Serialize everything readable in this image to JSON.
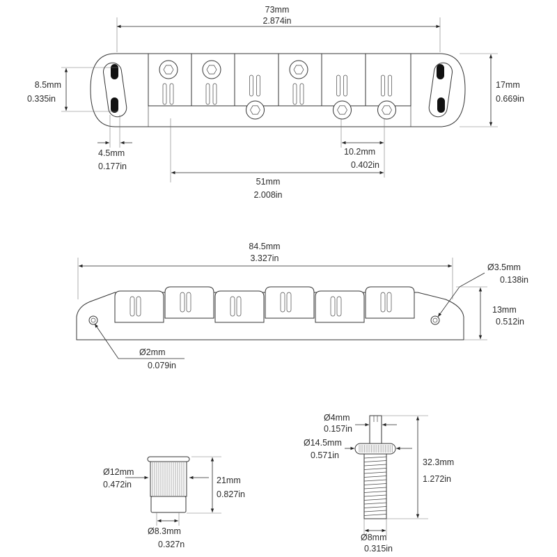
{
  "top_view": {
    "overall_length": {
      "mm": "73mm",
      "in": "2.874in"
    },
    "slot_spacing": {
      "mm": "8.5mm",
      "in": "0.335in"
    },
    "width": {
      "mm": "17mm",
      "in": "0.669in"
    },
    "slot_width": {
      "mm": "4.5mm",
      "in": "0.177in"
    },
    "saddle_spacing": {
      "mm": "10.2mm",
      "in": "0.402in"
    },
    "string_spread": {
      "mm": "51mm",
      "in": "2.008in"
    }
  },
  "side_view": {
    "overall_length": {
      "mm": "84.5mm",
      "in": "3.327in"
    },
    "screw_hole": {
      "mm": "Ø3.5mm",
      "in": "0.138in"
    },
    "height": {
      "mm": "13mm",
      "in": "0.512in"
    },
    "small_hole": {
      "mm": "Ø2mm",
      "in": "0.079in"
    }
  },
  "anchor": {
    "outer_diameter": {
      "mm": "Ø12mm",
      "in": "0.472in"
    },
    "height": {
      "mm": "21mm",
      "in": "0.827in"
    },
    "inner_diameter": {
      "mm": "Ø8.3mm",
      "in": "0.327n"
    }
  },
  "stud": {
    "tip_diameter": {
      "mm": "Ø4mm",
      "in": "0.157in"
    },
    "head_diameter": {
      "mm": "Ø14.5mm",
      "in": "0.571in"
    },
    "length": {
      "mm": "32.3mm",
      "in": "1.272in"
    },
    "thread_diameter": {
      "mm": "Ø8mm",
      "in": "0.315in"
    }
  }
}
